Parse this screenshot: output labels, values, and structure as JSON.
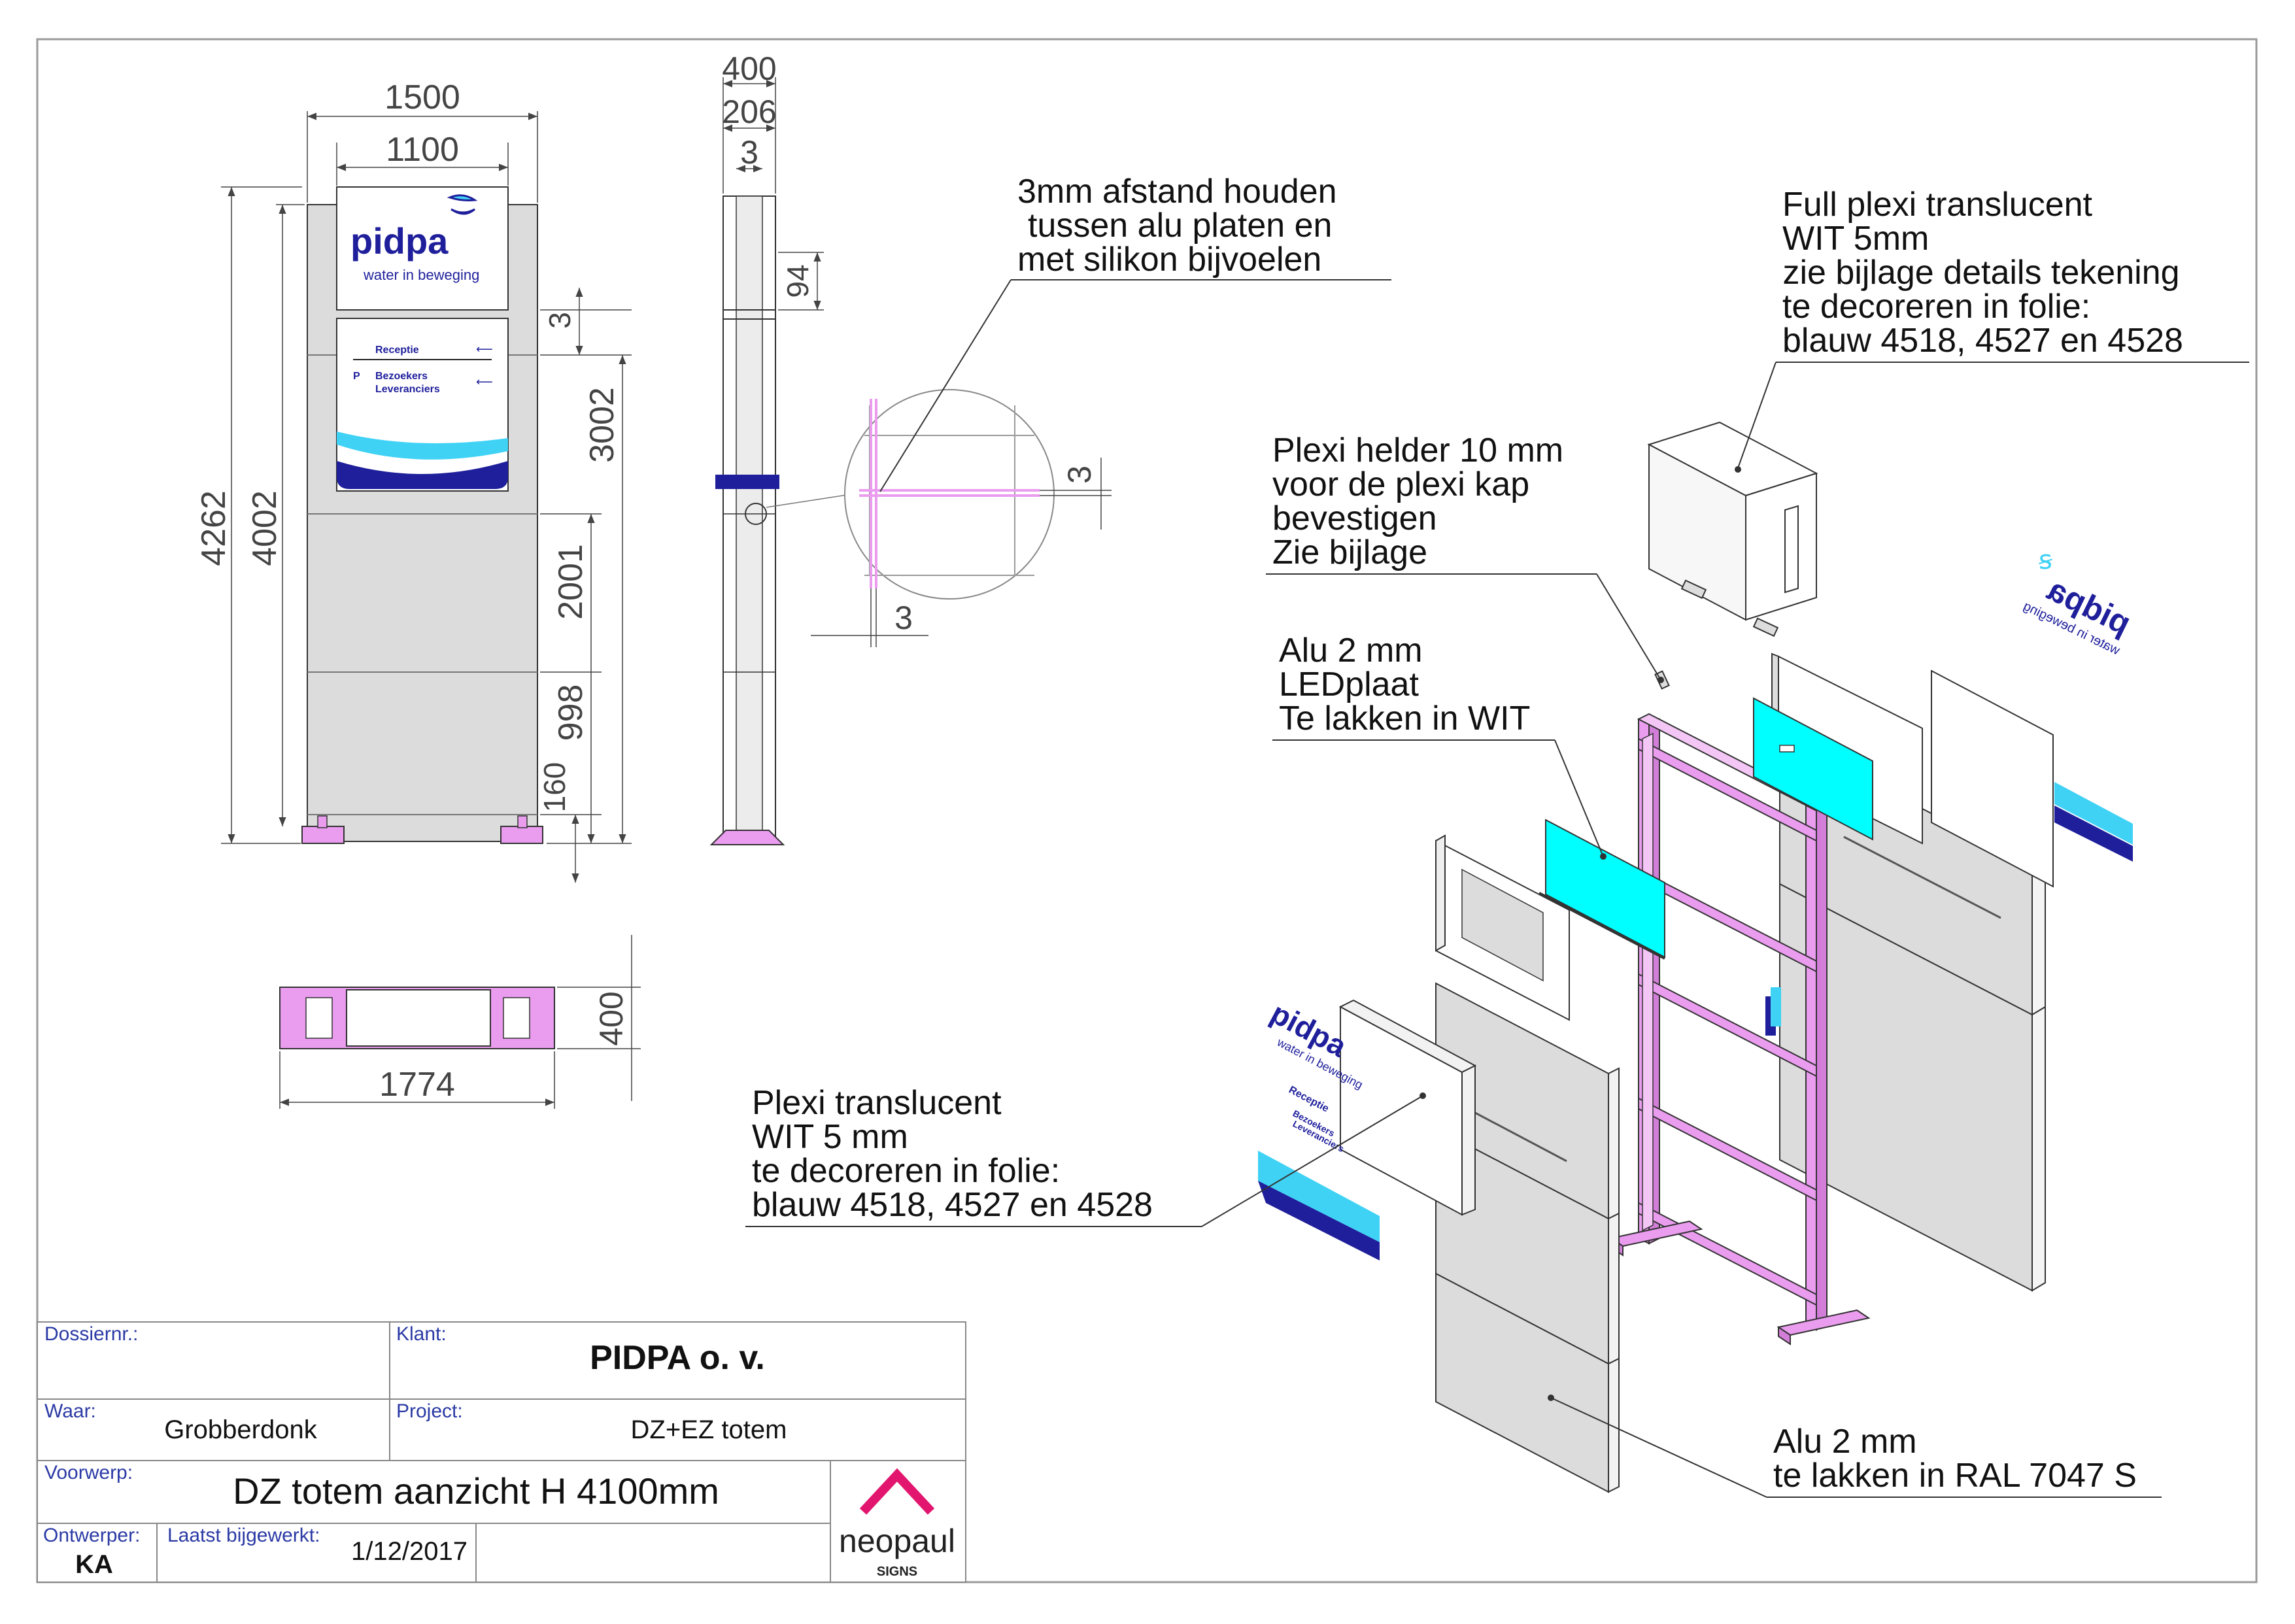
{
  "front_view": {
    "logo_name": "pidpa",
    "logo_tagline": "water in beweging",
    "sign_rows": [
      "Receptie",
      "Bezoekers",
      "Leveranciers"
    ],
    "parking_letter": "P",
    "dims": {
      "width_1500": "1500",
      "width_1100": "1100",
      "height_4262": "4262",
      "height_4002": "4002",
      "gap_3": "3",
      "h_3002": "3002",
      "h_2001": "2001",
      "h_998": "998",
      "h_160": "160"
    }
  },
  "side_view": {
    "dims": {
      "d_400": "400",
      "d_206": "206",
      "d_3": "3",
      "d_94": "94"
    }
  },
  "top_view": {
    "dims": {
      "w_1774": "1774",
      "h_400": "400"
    }
  },
  "detail_view": {
    "dims": {
      "v_3": "3",
      "h_3": "3"
    }
  },
  "notes": {
    "alu_spacing": [
      "3mm afstand houden",
      "tussen alu platen en",
      "met silikon bijvoelen"
    ],
    "full_plexi": [
      "Full plexi translucent",
      "WIT 5mm",
      " zie bijlage details tekening",
      "te decoreren in folie:",
      "blauw 4518, 4527 en 4528"
    ],
    "plexi_clear": [
      "Plexi helder 10 mm",
      "voor de plexi kap",
      "bevestigen",
      "Zie bijlage"
    ],
    "led_plate": [
      "Alu 2 mm",
      "LEDplaat",
      "Te lakken in WIT"
    ],
    "plexi_translucent": [
      "Plexi translucent",
      "WIT 5 mm",
      "te decoreren in folie:",
      "blauw 4518, 4527 en 4528"
    ],
    "alu_ral": [
      "Alu 2 mm",
      "te lakken in RAL 7047 S"
    ]
  },
  "title_block": {
    "dossier_label": "Dossiernr.:",
    "dossier_value": "",
    "klant_label": "Klant:",
    "klant_value": "PIDPA o. v.",
    "waar_label": "Waar:",
    "waar_value": "Grobberdonk",
    "project_label": "Project:",
    "project_value": "DZ+EZ totem",
    "voorwerp_label": "Voorwerp:",
    "voorwerp_value": "DZ totem aanzicht H 4100mm",
    "ontwerper_label": "Ontwerper:",
    "ontwerper_value": "KA",
    "bijgewerkt_label": "Laatst bijgewerkt:",
    "bijgewerkt_value": "1/12/2017",
    "company_name": "neopaul",
    "company_sub": "SIGNS"
  },
  "colors": {
    "frame_pink": "#ea9cef",
    "panel_grey": "#dcdcdc",
    "led_cyan": "#00ffff",
    "brand_blue": "#1f1f9c",
    "brand_light": "#3fd2f5",
    "neopaul_magenta": "#e2166f"
  }
}
